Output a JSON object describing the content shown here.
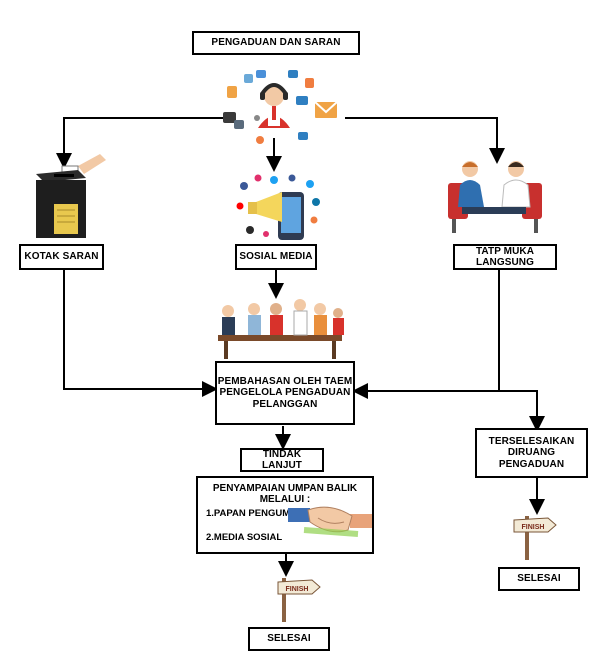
{
  "diagram": {
    "title": "PENGADUAN DAN SARAN",
    "channels": {
      "left": "KOTAK SARAN",
      "middle": "SOSIAL MEDIA",
      "right": "TATP MUKA LANGSUNG"
    },
    "discussion": {
      "line1": "PEMBAHASAN OLEH TAEM",
      "line2": "PENGELOLA PENGADUAN",
      "line3": "PELANGGAN"
    },
    "resolved": {
      "line1": "TERSELESAIKAN",
      "line2": "DIRUANG PENGADUAN"
    },
    "follow_up": "TINDAK LANJUT",
    "feedback": {
      "title": "PENYAMPAIAN UMPAN BALIK MELALUI :",
      "item1": "1.PAPAN PENGUMUMAN",
      "item2": "2.MEDIA SOSIAL"
    },
    "finish_sign": "FINISH",
    "done_left": "SELESAI",
    "done_right": "SELESAI"
  },
  "colors": {
    "line": "#000000",
    "box_border": "#000000",
    "accent_red": "#d8322b",
    "accent_blue": "#2f7fc1",
    "wood": "#8a6242"
  }
}
